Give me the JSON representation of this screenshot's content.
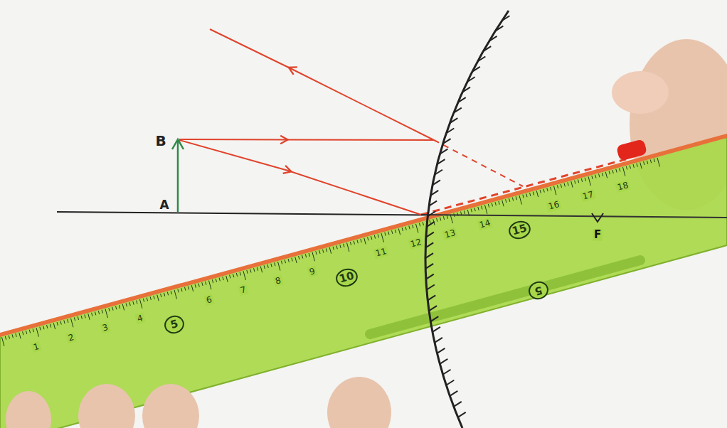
{
  "diagram": {
    "labels": [
      "B",
      "A",
      "F",
      "1",
      "2",
      "3",
      "4",
      "5",
      "6",
      "7",
      "8",
      "9",
      "10",
      "11",
      "12",
      "13",
      "14",
      "15",
      "16",
      "17",
      "18",
      "5"
    ]
  }
}
